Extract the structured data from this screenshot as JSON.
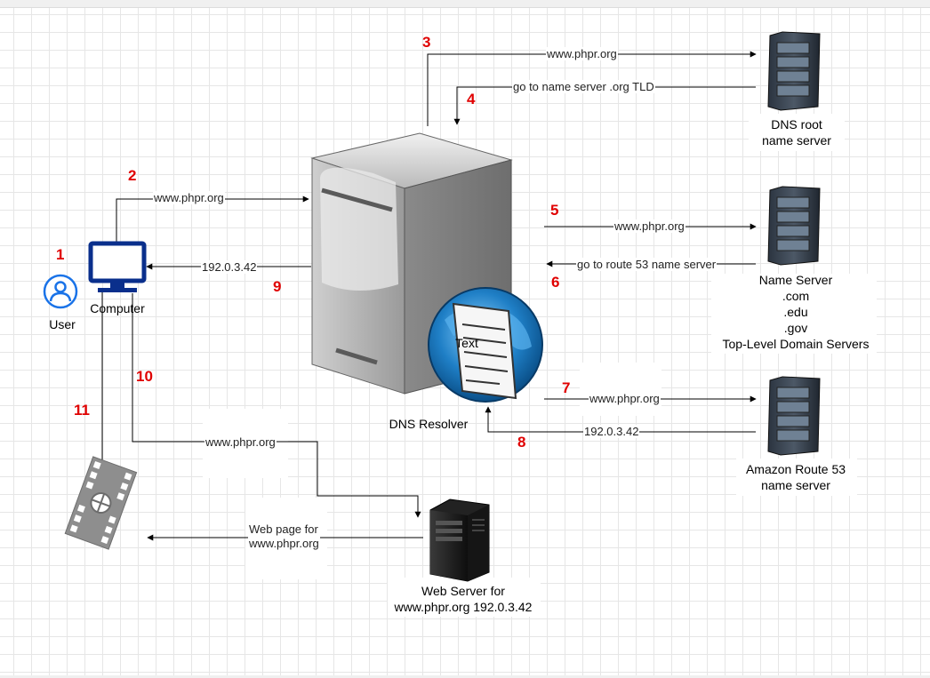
{
  "diagram": {
    "step_numbers": [
      "1",
      "2",
      "3",
      "4",
      "5",
      "6",
      "7",
      "8",
      "9",
      "10",
      "11"
    ],
    "edge_labels": {
      "e2": "www.phpr.org",
      "e3": "www.phpr.org",
      "e4": "go to name server .org TLD",
      "e5": "www.phpr.org",
      "e6": "go to route 53 name server",
      "e7": "www.phpr.org",
      "e8": "192.0.3.42",
      "e9": "192.0.3.42",
      "e10": "www.phpr.org",
      "e_web_1": "Web page for",
      "e_web_2": "www.phpr.org"
    },
    "nodes": {
      "user": "User",
      "computer": "Computer",
      "dns_resolver": "DNS Resolver",
      "resolver_text": "Text",
      "dns_root_1": "DNS root",
      "dns_root_2": "name server",
      "ns_1": "Name Server",
      "ns_2": ".com",
      "ns_3": ".edu",
      "ns_4": ".gov",
      "ns_5": "Top-Level Domain Servers",
      "route53_1": "Amazon Route 53",
      "route53_2": "name server",
      "web_1": "Web Server for",
      "web_2": "www.phpr.org 192.0.3.42"
    },
    "colors": {
      "step_number": "#e00000",
      "computer_icon": "#0a2f8c",
      "user_icon": "#1a73e8",
      "grid": "#e6e6e6"
    },
    "icons": [
      "user-icon",
      "computer-icon",
      "dns-resolver-server-icon",
      "globe-document-icon",
      "rack-server-icon",
      "tower-server-icon",
      "film-browser-icon"
    ]
  }
}
